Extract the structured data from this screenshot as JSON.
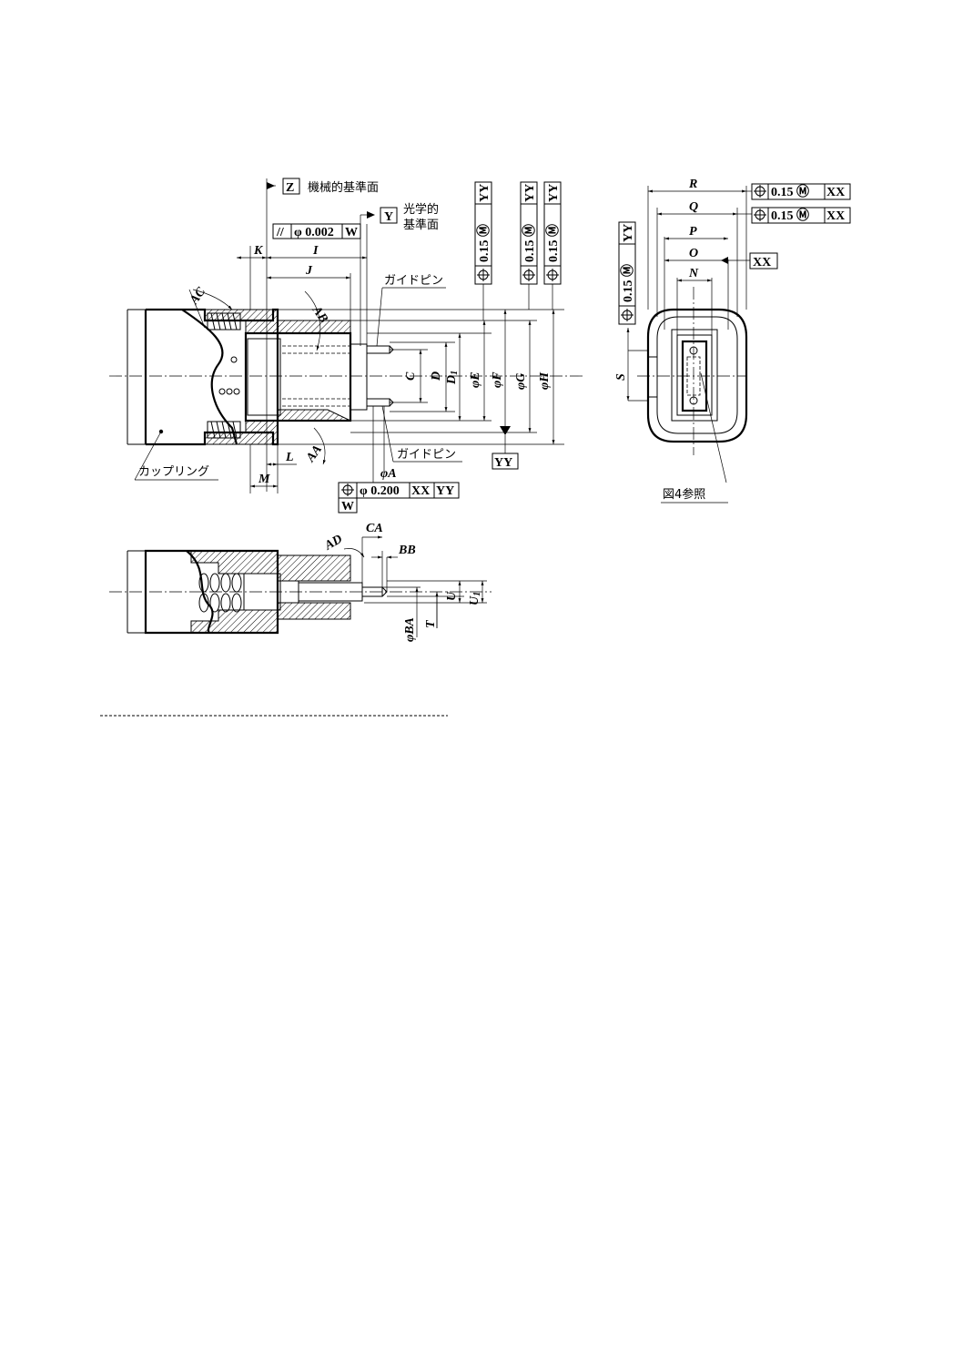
{
  "labels": {
    "z_datum": "Z",
    "mechanical_ref": "機械的基準面",
    "y_datum": "Y",
    "optical_ref_line1": "光学的",
    "optical_ref_line2": "基準面",
    "guide_pin_top": "ガイドピン",
    "guide_pin_bottom": "ガイドピン",
    "coupling": "カップリング",
    "see_fig4": "図4参照",
    "yy_datum": "YY",
    "xx_datum": "XX",
    "w_datum": "W",
    "phi_a": "φA"
  },
  "dimensions": {
    "K": "K",
    "I": "I",
    "J": "J",
    "L": "L",
    "M": "M",
    "C": "C",
    "D": "D",
    "D1": "D",
    "D1_sub": "1",
    "phiE": "φE",
    "phiF": "φF",
    "phiG": "φG",
    "phiH": "φH",
    "R": "R",
    "Q": "Q",
    "P": "P",
    "O": "O",
    "N": "N",
    "S": "S",
    "AA": "AA",
    "AB": "AB",
    "AC": "AC",
    "AD": "AD",
    "CA": "CA",
    "BB": "BB",
    "U": "U",
    "U1": "U",
    "U1_sub": "1",
    "T": "T",
    "phiBA": "φBA"
  },
  "tolerance_frames": {
    "parallelism": {
      "symbol": "//",
      "value": "φ 0.002",
      "datum": "W"
    },
    "position_phiA": {
      "symbol": "⌖",
      "value": "φ 0.200",
      "datum1": "XX",
      "datum2": "YY"
    },
    "vertical_E": {
      "symbol": "⌖",
      "value": "0.15",
      "mod": "Ⓜ",
      "datum": "YY"
    },
    "vertical_G": {
      "symbol": "⌖",
      "value": "0.15",
      "mod": "Ⓜ",
      "datum": "YY"
    },
    "vertical_H": {
      "symbol": "⌖",
      "value": "0.15",
      "mod": "Ⓜ",
      "datum": "YY"
    },
    "vertical_S": {
      "symbol": "⌖",
      "value": "0.15",
      "mod": "Ⓜ",
      "datum": "YY"
    },
    "R_frame": {
      "symbol": "⌖",
      "value": "0.15",
      "mod": "Ⓜ",
      "datum": "XX"
    },
    "Q_frame": {
      "symbol": "⌖",
      "value": "0.15",
      "mod": "Ⓜ",
      "datum": "XX"
    }
  }
}
